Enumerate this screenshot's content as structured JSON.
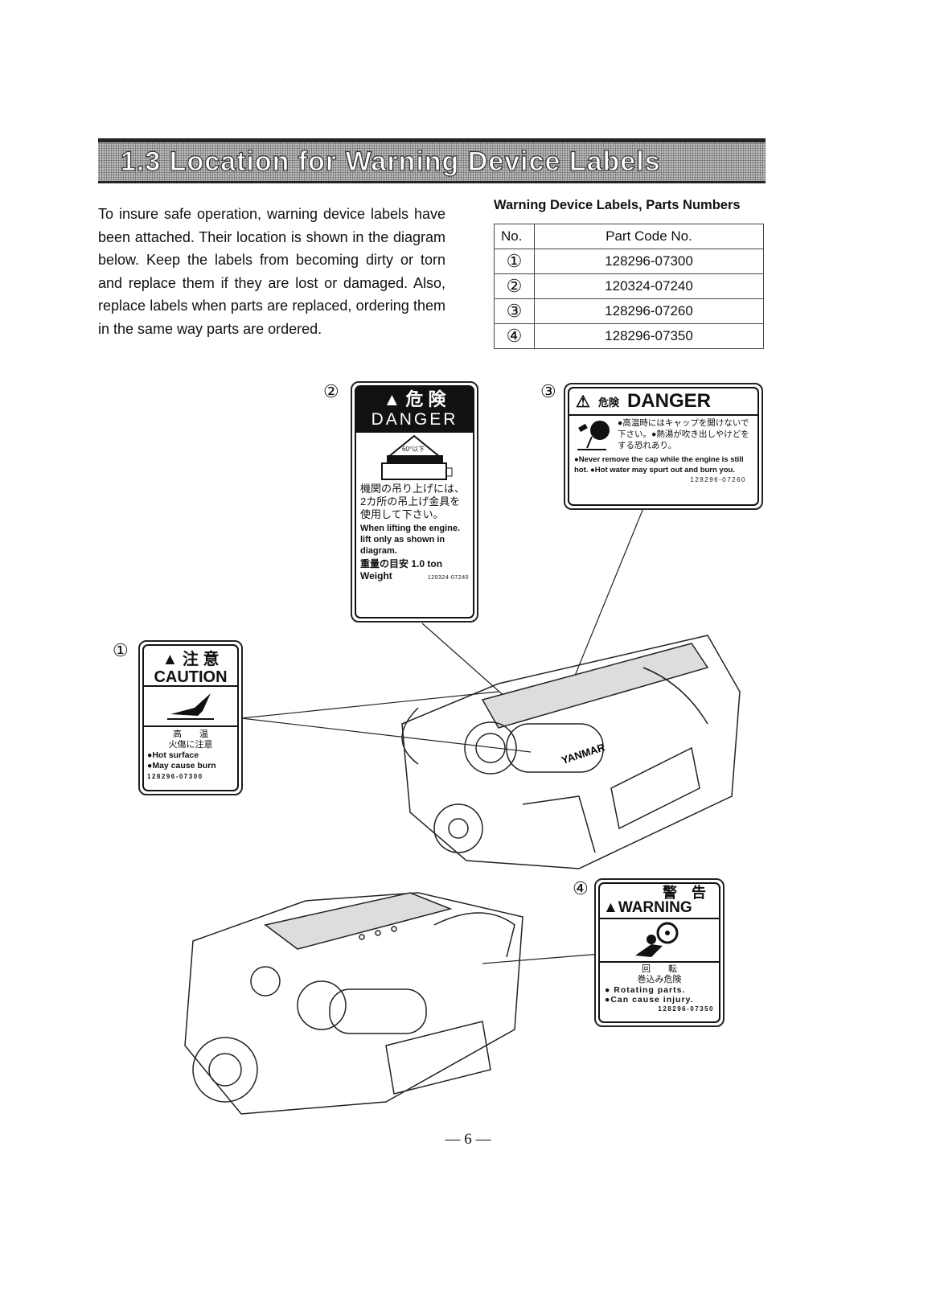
{
  "section_title": "1.3 Location for Warning Device Labels",
  "intro": "To insure safe operation, warning device labels have been attached.  Their location is shown in the diagram below.  Keep the labels from becoming dirty or torn and replace them if they are lost or damaged.  Also, replace labels when parts are replaced, ordering them in the same way parts are ordered.",
  "table": {
    "title": "Warning Device Labels, Parts Numbers",
    "headers": [
      "No.",
      "Part Code No."
    ],
    "rows": [
      [
        "①",
        "128296-07300"
      ],
      [
        "②",
        "120324-07240"
      ],
      [
        "③",
        "128296-07260"
      ],
      [
        "④",
        "128296-07350"
      ]
    ]
  },
  "labels": {
    "l1": {
      "num": "①",
      "jp_title": "注 意",
      "title": "CAUTION",
      "jp_text1": "高　　温",
      "jp_text2": "火傷に注意",
      "text1": "●Hot surface",
      "text2": "●May cause burn",
      "code": "128296-07300"
    },
    "l2": {
      "num": "②",
      "jp_title": "危 険",
      "title": "DANGER",
      "angle": "60°以下",
      "jp_text": "機関の吊り上げには、2カ所の吊上げ金具を使用して下さい。",
      "text": "When lifting the engine. lift only as shown in diagram.",
      "jp_weight": "重量の目安",
      "weight_value": "1.0 ton",
      "weight": "Weight",
      "code": "120324-07240"
    },
    "l3": {
      "num": "③",
      "jp_title": "危険",
      "title": "DANGER",
      "jp_text": "●高温時にはキャップを開けないで下さい。●熱湯が吹き出しやけどをする恐れあり。",
      "text": "●Never remove the cap while the engine is still hot.  ●Hot water may spurt out and burn you.",
      "code": "128296-07260"
    },
    "l4": {
      "num": "④",
      "jp_title": "警　告",
      "title": "WARNING",
      "jp_text1": "回　　転",
      "jp_text2": "巻込み危険",
      "text1": "● Rotating parts.",
      "text2": "●Can cause injury.",
      "code": "128296-07350"
    }
  },
  "engine_brand": "YANMAR",
  "page_number": "— 6 —"
}
